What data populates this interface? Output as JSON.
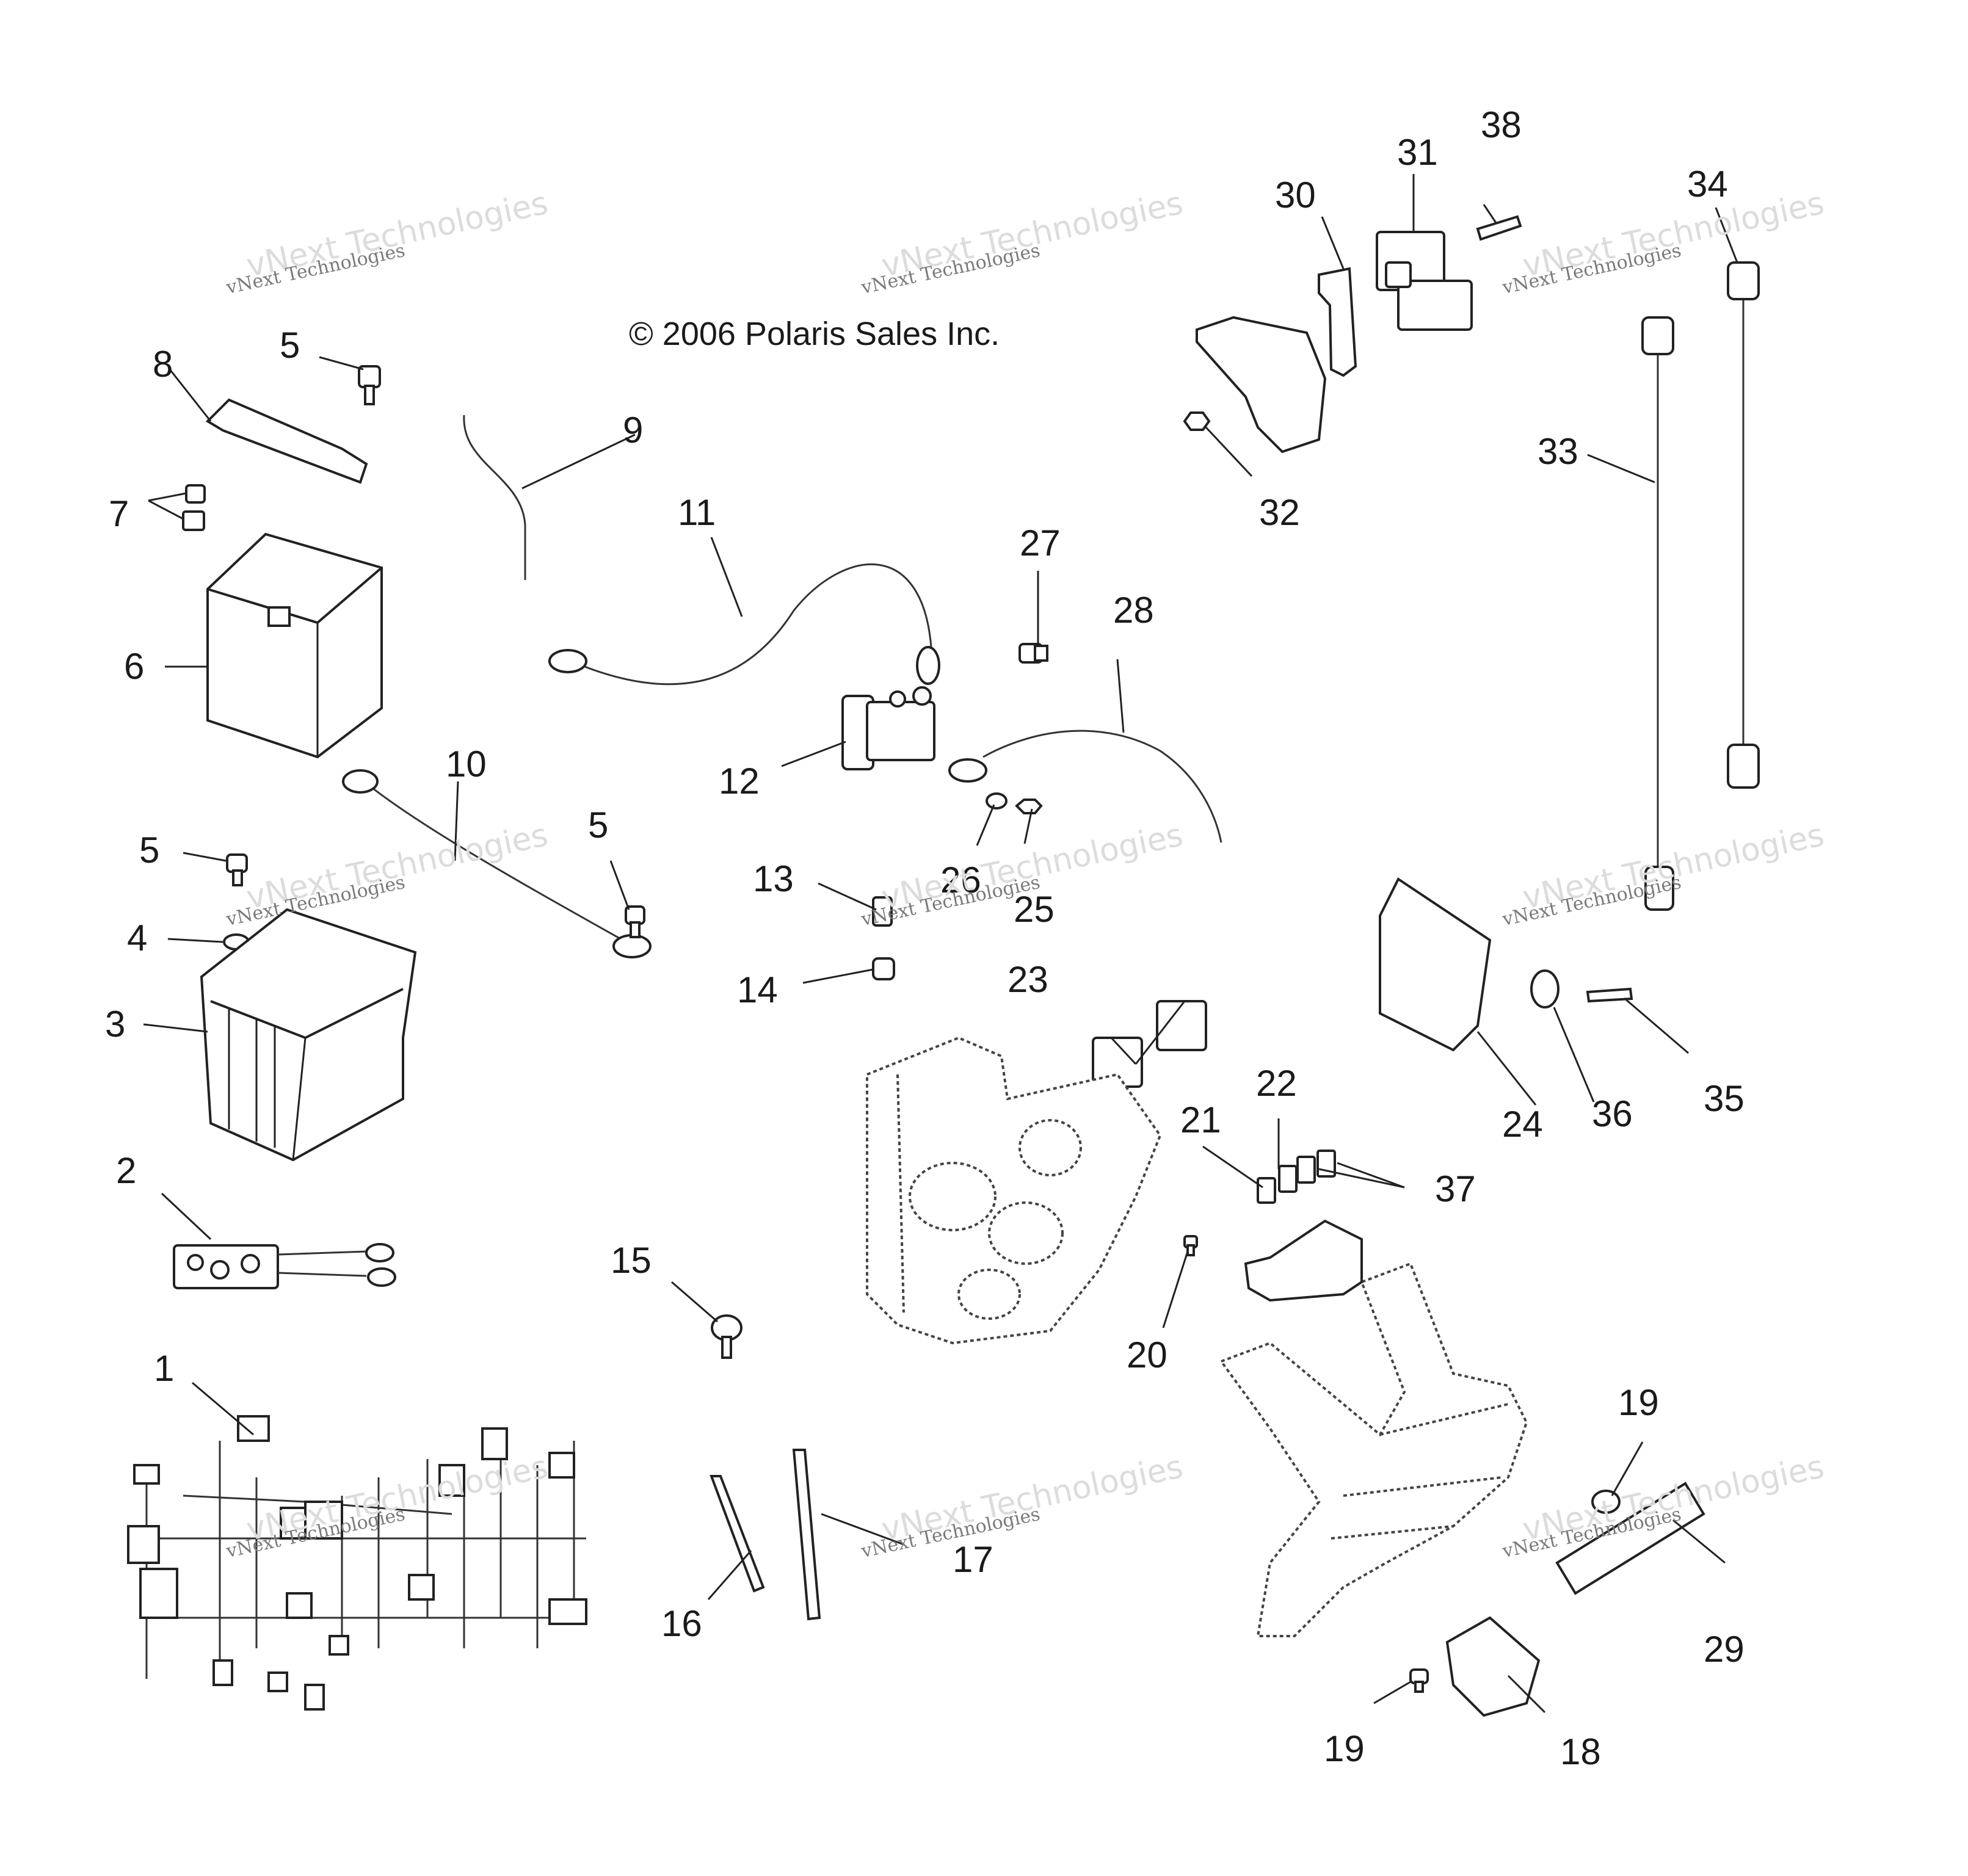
{
  "copyright": "© 2006 Polaris Sales Inc.",
  "watermark": {
    "line1": "vNext Technologies",
    "line2": "vNext\nTechnologies"
  },
  "callouts": [
    "1",
    "2",
    "3",
    "4",
    "5",
    "5",
    "5",
    "6",
    "7",
    "8",
    "9",
    "10",
    "11",
    "12",
    "13",
    "14",
    "15",
    "16",
    "17",
    "18",
    "19",
    "19",
    "20",
    "21",
    "22",
    "23",
    "24",
    "25",
    "26",
    "27",
    "28",
    "29",
    "30",
    "31",
    "32",
    "33",
    "34",
    "35",
    "36",
    "37",
    "38"
  ]
}
